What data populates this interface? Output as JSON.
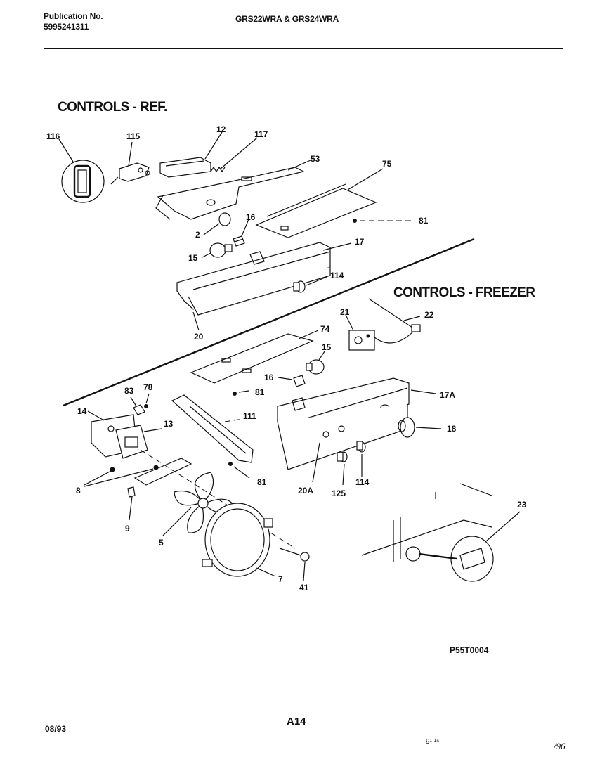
{
  "header": {
    "publication_label": "Publication No.",
    "publication_number": "5995241311",
    "model": "GRS22WRA & GRS24WRA"
  },
  "sections": {
    "ref": "CONTROLS - REF.",
    "freezer": "CONTROLS - FREEZER"
  },
  "callouts": {
    "c116": "116",
    "c115": "115",
    "c12": "12",
    "c117": "117",
    "c53": "53",
    "c75": "75",
    "c81a": "81",
    "c2": "2",
    "c16a": "16",
    "c15a": "15",
    "c17": "17",
    "c114a": "114",
    "c20": "20",
    "c21": "21",
    "c22": "22",
    "c74": "74",
    "c15b": "15",
    "c16b": "16",
    "c81b": "81",
    "c83": "83",
    "c78": "78",
    "c14": "14",
    "c13": "13",
    "c111": "111",
    "c17a": "17A",
    "c18": "18",
    "c8": "8",
    "c81c": "81",
    "c20a": "20A",
    "c125": "125",
    "c114b": "114",
    "c9": "9",
    "c5": "5",
    "c23": "23",
    "c7": "7",
    "c41": "41"
  },
  "figure_code": "P55T0004",
  "footer": {
    "date": "08/93",
    "page": "A14",
    "mark1": "9¹ ¹⁴",
    "mark2": "/96"
  }
}
